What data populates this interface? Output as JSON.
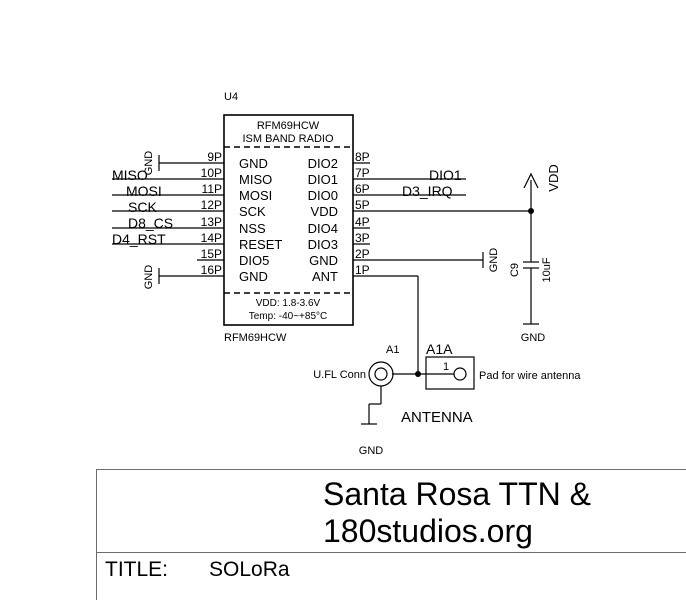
{
  "chip": {
    "ref": "U4",
    "name": "RFM69HCW",
    "subtitle": "ISM BAND RADIO",
    "value": "RFM69HCW",
    "vdd_range": "VDD: 1.8-3.6V",
    "temp_range": "Temp: -40~+85°C",
    "left_pins": [
      {
        "num": "9P",
        "name": "GND"
      },
      {
        "num": "10P",
        "name": "MISO"
      },
      {
        "num": "11P",
        "name": "MOSI"
      },
      {
        "num": "12P",
        "name": "SCK"
      },
      {
        "num": "13P",
        "name": "NSS"
      },
      {
        "num": "14P",
        "name": "RESET"
      },
      {
        "num": "15P",
        "name": "DIO5"
      },
      {
        "num": "16P",
        "name": "GND"
      }
    ],
    "right_pins": [
      {
        "num": "8P",
        "name": "DIO2"
      },
      {
        "num": "7P",
        "name": "DIO1"
      },
      {
        "num": "6P",
        "name": "DIO0"
      },
      {
        "num": "5P",
        "name": "VDD"
      },
      {
        "num": "4P",
        "name": "DIO4"
      },
      {
        "num": "3P",
        "name": "DIO3"
      },
      {
        "num": "2P",
        "name": "GND"
      },
      {
        "num": "1P",
        "name": "ANT"
      }
    ]
  },
  "nets": {
    "miso": "MISO",
    "mosi": "MOSI",
    "sck": "SCK",
    "d8_cs": "D8_CS",
    "d4_rst": "D4_RST",
    "dio1": "DIO1",
    "d3_irq": "D3_IRQ",
    "vdd": "VDD",
    "gnd": "GND"
  },
  "capacitor": {
    "ref": "C9",
    "value": "10uF"
  },
  "connector": {
    "ref": "A1",
    "name": "U.FL Conn",
    "label": "ANTENNA"
  },
  "pad": {
    "ref": "A1A",
    "pin": "1",
    "desc": "Pad for wire antenna"
  },
  "title_block": {
    "org_line1": "Santa Rosa TTN &",
    "org_line2": "180studios.org",
    "title_label": "TITLE:",
    "title_value": "SOLoRa"
  }
}
